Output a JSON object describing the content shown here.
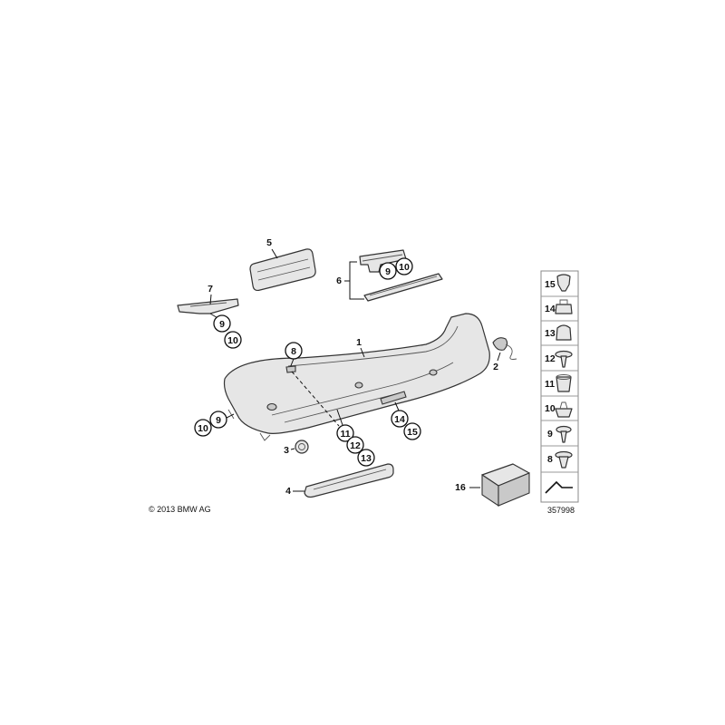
{
  "footer": {
    "copyright": "© 2013 BMW AG",
    "diagram_number": "357998"
  },
  "callouts": {
    "c1": "1",
    "c2": "2",
    "c3": "3",
    "c4": "4",
    "c5": "5",
    "c6": "6",
    "c7": "7",
    "c8": "8",
    "c9a": "9",
    "c10a": "10",
    "c9b": "9",
    "c10b": "10",
    "c9c": "9",
    "c10c": "10",
    "c11": "11",
    "c12": "12",
    "c13": "13",
    "c14": "14",
    "c15": "15",
    "c16": "16"
  },
  "legend": [
    "15",
    "14",
    "13",
    "12",
    "11",
    "10",
    "9",
    "8"
  ]
}
